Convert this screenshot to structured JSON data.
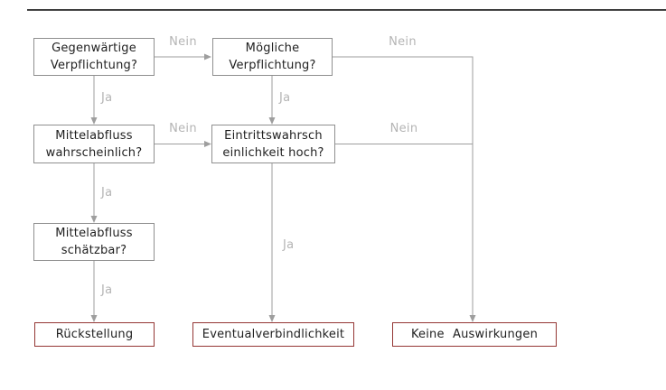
{
  "diagram": {
    "type": "flowchart",
    "colors": {
      "background": "#ffffff",
      "connector_gray": "#9e9e9e",
      "edge_label_gray": "#b4b4b4",
      "question_box_border": "#8f8f8f",
      "result_box_border": "#943634",
      "box_text": "#1f1f1f",
      "top_rule": "#3f3f3f"
    },
    "nodes": [
      {
        "id": "gegenwaertige-verpflichtung",
        "kind": "question",
        "lines": [
          "Gegenwärtige",
          "Verpflichtung?"
        ]
      },
      {
        "id": "moegliche-verpflichtung",
        "kind": "question",
        "lines": [
          "Mögliche",
          "Verpflichtung?"
        ]
      },
      {
        "id": "mittelabfluss-wahrscheinlich",
        "kind": "question",
        "lines": [
          "Mittelabfluss",
          "wahrscheinlich?"
        ]
      },
      {
        "id": "eintrittswahrscheinlichkeit-hoch",
        "kind": "question",
        "lines": [
          "Eintrittswahrsch",
          "einlichkeit hoch?"
        ]
      },
      {
        "id": "mittelabfluss-schaetzbar",
        "kind": "question",
        "lines": [
          "Mittelabfluss",
          "schätzbar?"
        ]
      },
      {
        "id": "rueckstellung",
        "kind": "result",
        "lines": [
          "Rückstellung"
        ]
      },
      {
        "id": "eventualverbindlichkeit",
        "kind": "result",
        "lines": [
          "Eventualverbindlichkeit"
        ]
      },
      {
        "id": "keine-auswirkungen",
        "kind": "result",
        "lines": [
          "Keine Auswirkungen"
        ]
      }
    ],
    "edges": [
      {
        "from": "gegenwaertige-verpflichtung",
        "to": "moegliche-verpflichtung",
        "label": "Nein"
      },
      {
        "from": "gegenwaertige-verpflichtung",
        "to": "mittelabfluss-wahrscheinlich",
        "label": "Ja"
      },
      {
        "from": "moegliche-verpflichtung",
        "to": "keine-auswirkungen",
        "label": "Nein"
      },
      {
        "from": "moegliche-verpflichtung",
        "to": "eintrittswahrscheinlichkeit-hoch",
        "label": "Ja"
      },
      {
        "from": "mittelabfluss-wahrscheinlich",
        "to": "eintrittswahrscheinlichkeit-hoch",
        "label": "Nein"
      },
      {
        "from": "mittelabfluss-wahrscheinlich",
        "to": "mittelabfluss-schaetzbar",
        "label": "Ja"
      },
      {
        "from": "eintrittswahrscheinlichkeit-hoch",
        "to": "keine-auswirkungen",
        "label": "Nein"
      },
      {
        "from": "eintrittswahrscheinlichkeit-hoch",
        "to": "eventualverbindlichkeit",
        "label": "Ja"
      },
      {
        "from": "mittelabfluss-schaetzbar",
        "to": "rueckstellung",
        "label": "Ja"
      }
    ]
  }
}
